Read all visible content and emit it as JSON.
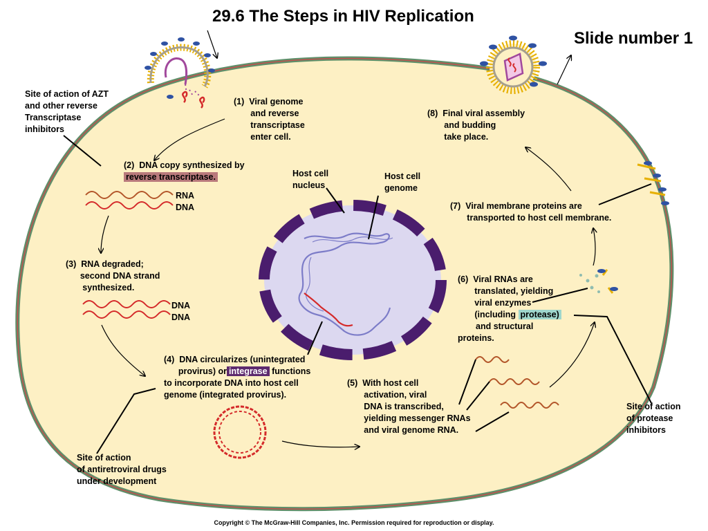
{
  "title": "29.6  The Steps in HIV Replication",
  "slide_label": "Slide number 1",
  "copyright": "Copyright © The McGraw-Hill Companies, Inc. Permission required for reproduction or display.",
  "colors": {
    "cell_fill": "#fdf0c4",
    "membrane_green": "#5f8f6a",
    "membrane_red": "#c0504d",
    "nucleus_purple": "#4a1d6d",
    "nucleoplasm": "#dcd8f0",
    "dna_red": "#d42a2a",
    "rna_brown": "#b3562a",
    "virus_blue": "#2f52a3",
    "virus_yellow": "#e6b000",
    "host_genome": "#7c7cc8"
  },
  "labels": {
    "azt_site": "Site of action of AZT\nand other reverse\nTranscriptase\ninhibitors",
    "step1": "(1)  Viral genome\n       and reverse\n       transcriptase\n       enter cell.",
    "step2_prefix": "(2)  DNA copy synthesized by",
    "step2_highlight": "reverse transcriptase.",
    "rna_dna": "RNA\nDNA",
    "step3": "(3)  RNA degraded;\n      second DNA strand\n       synthesized.",
    "dna_dna": "DNA\nDNA",
    "nucleus": "Host cell\nnucleus",
    "genome": "Host cell\ngenome",
    "step4_line1": "(4)  DNA circularizes (unintegrated",
    "step4_or": "provirus) or",
    "step4_integrase": "integrase",
    "step4_functions": " functions",
    "step4_rest": "to incorporate DNA into host cell\ngenome (integrated provirus).",
    "step5": "(5)  With host cell\n       activation, viral\n       DNA is transcribed,\n       yielding messenger RNAs\n       and viral genome RNA.",
    "step6_main": "(6)  Viral RNAs are\n       translated, yielding\n       viral enzymes",
    "step6_including": "(including",
    "step6_protease": "protease)",
    "step6_end": "and structural\nproteins.",
    "step7": "(7)  Viral membrane proteins are\n       transported to host cell membrane.",
    "step8": "(8)  Final viral assembly\n       and budding\n       take place.",
    "protease_site": "Site of action\nof protease\ninhibitors",
    "antiretro_site": "Site of action\nof antiretroviral drugs\nunder development"
  }
}
